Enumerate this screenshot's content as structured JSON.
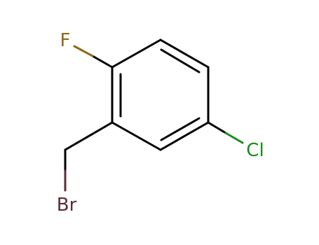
{
  "molecule": {
    "atoms": {
      "fluorine": {
        "symbol": "F",
        "color": "#8c6a1a"
      },
      "chlorine": {
        "symbol": "Cl",
        "color": "#1a8c1a"
      },
      "bromine": {
        "symbol": "Br",
        "color": "#5a2d35"
      }
    },
    "bond_color": "#000000"
  }
}
